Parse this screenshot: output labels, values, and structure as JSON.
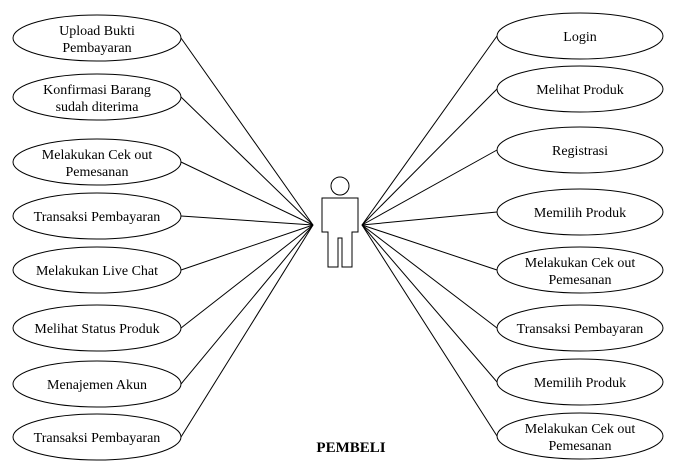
{
  "actor": {
    "label": "PEMBELI"
  },
  "left_use_cases": [
    {
      "lines": [
        "Upload Bukti",
        "Pembayaran"
      ]
    },
    {
      "lines": [
        "Konfirmasi Barang",
        "sudah diterima"
      ]
    },
    {
      "lines": [
        "Melakukan Cek out",
        "Pemesanan"
      ]
    },
    {
      "lines": [
        "Transaksi Pembayaran"
      ]
    },
    {
      "lines": [
        "Melakukan Live Chat"
      ]
    },
    {
      "lines": [
        "Melihat Status Produk"
      ]
    },
    {
      "lines": [
        "Menajemen Akun"
      ]
    },
    {
      "lines": [
        "Transaksi Pembayaran"
      ]
    }
  ],
  "right_use_cases": [
    {
      "lines": [
        "Login"
      ]
    },
    {
      "lines": [
        "Melihat Produk"
      ]
    },
    {
      "lines": [
        "Registrasi"
      ]
    },
    {
      "lines": [
        "Memilih Produk"
      ]
    },
    {
      "lines": [
        "Melakukan Cek out",
        "Pemesanan"
      ]
    },
    {
      "lines": [
        "Transaksi Pembayaran"
      ]
    },
    {
      "lines": [
        "Memilih Produk"
      ]
    },
    {
      "lines": [
        "Melakukan Cek out",
        "Pemesanan"
      ]
    }
  ]
}
